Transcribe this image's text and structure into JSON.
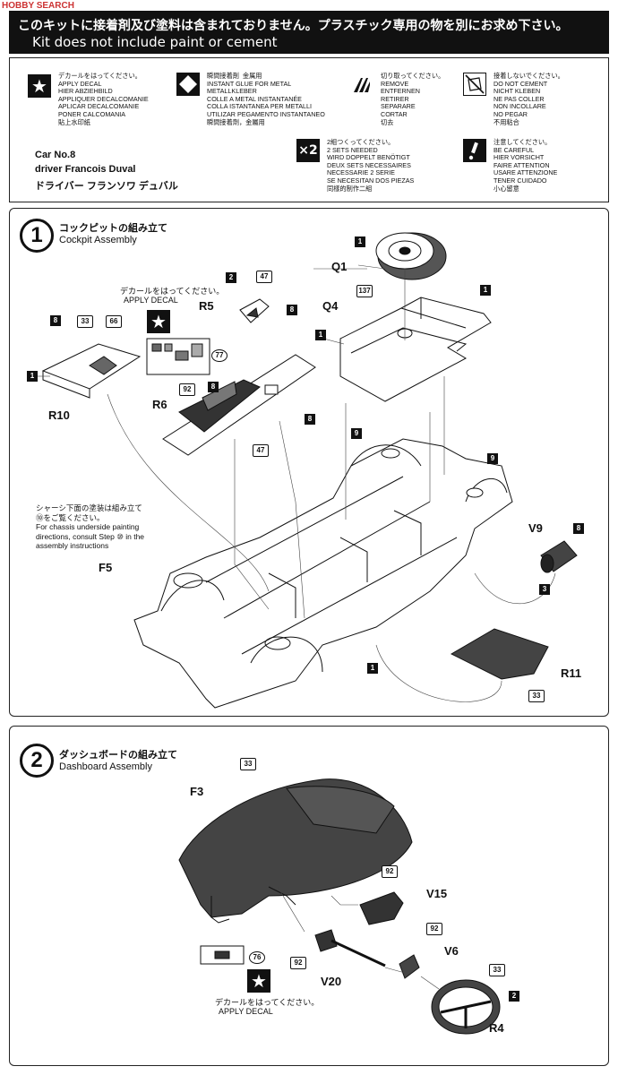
{
  "watermark": "HOBBY SEARCH",
  "banner": {
    "jp": "このキットに接着剤及び塗料は含まれておりません。プラスチック専用の物を別にお求め下さい。",
    "en": "Kit does not include paint or cement"
  },
  "legend": {
    "decal": "デカールをはってください。\nAPPLY DECAL\nHIER ABZIEHBILD\nAPPLIQUER DECALCOMANIE\nAPLICAR DECALCOMANIE\nPONER CALCOMANIA\n貼上水印紙",
    "glue": "瞬間接着剤  金属用\nINSTANT GLUE FOR METAL\nMETALLKLEBER\nCOLLE A METAL INSTANTANÉE\nCOLLA ISTANTANEA PER METALLI\nUTILIZAR PEGAMENTO INSTANTANEO\n瞬間接着劑，金屬用",
    "remove": "切り取ってください。\nREMOVE\nENTFERNEN\nRETIRER\nSEPARARE\nCORTAR\n切去",
    "no_cement": "接着しないでください。\nDO NOT CEMENT\nNICHT KLEBEN\nNE PAS COLLER\nNON INCOLLARE\nNO PEGAR\n不用粘合",
    "x2_label": "×2",
    "two_sets": "2組つくってください。\n2 SETS NEEDED\nWIRD DOPPELT BENÖTIGT\nDEUX SETS NECESSAIRES\nNECESSARIE 2 SERIE\nSE NECESITAN DOS PIEZAS\n同樣的制作二組",
    "careful": "注意してください。\nBE CAREFUL\nHIER VORSICHT\nFAIRE ATTENTION\nUSARE ATTENZIONE\nTENER CUIDADO\n小心留意"
  },
  "car": {
    "no": "Car No.8",
    "driver_en": "driver Francois Duval",
    "driver_jp": "ドライバー フランソワ デュバル"
  },
  "step1": {
    "num": "1",
    "title_jp": "コックピットの組み立て",
    "title_en": "Cockpit Assembly",
    "decal_jp": "デカールをはってください。",
    "decal_en": "APPLY DECAL",
    "note": "シャーシ下面の塗装は組み立て\n⑩をご覧ください。\nFor chassis underside painting\ndirections, consult Step ⑩ in the\nassembly instructions",
    "labels": {
      "q1": "Q1",
      "q4": "Q4",
      "r5": "R5",
      "r10": "R10",
      "r6": "R6",
      "f5": "F5",
      "v9": "V9",
      "r11": "R11"
    },
    "paints": {
      "p1": "1",
      "p137": "137",
      "p8": "8",
      "p33": "33",
      "p66": "66",
      "p2": "2",
      "p47": "47",
      "p92": "92",
      "p9": "9",
      "p3": "3",
      "p77": "77"
    }
  },
  "step2": {
    "num": "2",
    "title_jp": "ダッシュボードの組み立て",
    "title_en": "Dashboard Assembly",
    "decal_jp": "デカールをはってください。",
    "decal_en": "APPLY DECAL",
    "labels": {
      "f3": "F3",
      "v15": "V15",
      "v6": "V6",
      "v20": "V20",
      "r4": "R4"
    },
    "paints": {
      "p33": "33",
      "p92": "92",
      "p2": "2",
      "p76": "76"
    }
  }
}
